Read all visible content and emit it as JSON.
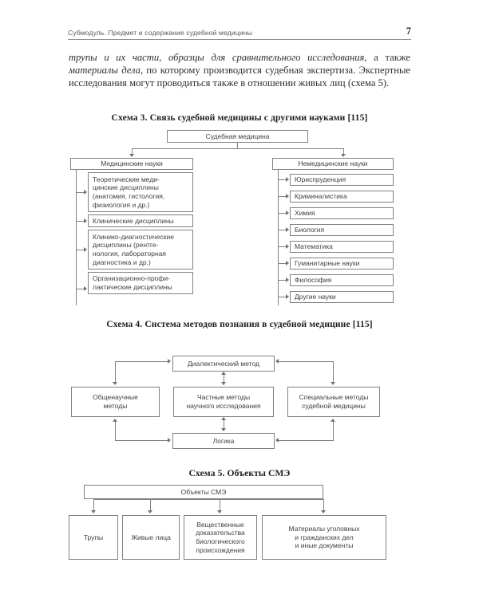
{
  "header": {
    "title": "Субмодуль. Предмет и содержание судебной медицины",
    "page_number": "7"
  },
  "body": {
    "paragraph_html": "<i>трупы и их части, образцы для сравнительного исследования</i>, а также <i>материалы дела</i>, по которому производится судебная экспертиза. Экспертные исследования могут проводиться также в отношении живых лиц (схема 5)."
  },
  "scheme3": {
    "caption": "Схема 3. Связь судебной медицины с другими науками [115]",
    "root": "Судебная медицина",
    "left_branch": {
      "header": "Медицинские науки",
      "items": [
        "Теоретические меди-\nцинские дисциплины\n(анатомия, гистология,\nфизиология и др.)",
        "Клинические дисциплины",
        "Клинико-диагностические\nдисциплины (рентге-\nнология, лабораторная\nдиагностика и др.)",
        "Организационно-профи-\nлактические дисциплины"
      ]
    },
    "right_branch": {
      "header": "Немедицинские науки",
      "items": [
        "Юриспруденция",
        "Криминалистика",
        "Химия",
        "Биология",
        "Математика",
        "Гуманитарные науки",
        "Философия",
        "Другие науки"
      ]
    }
  },
  "scheme4": {
    "caption": "Схема 4. Система методов познания в судебной медицине [115]",
    "top": "Диалектический метод",
    "left": "Общенаучные\nметоды",
    "center": "Частные методы\nнаучного исследования",
    "right": "Специальные методы\nсудебной медицины",
    "bottom": "Логика"
  },
  "scheme5": {
    "caption": "Схема 5. Объекты СМЭ",
    "root": "Объекты СМЭ",
    "items": [
      "Трупы",
      "Живые лица",
      "Вещественные\nдоказательства\nбиологического\nпроисхождения",
      "Материалы уголовных\nи гражданских дел\nи иные документы"
    ]
  },
  "colors": {
    "ink": "#3a3a3a",
    "rule": "#8e8e8e",
    "box_border": "#7d8287",
    "paper": "#ffffff"
  }
}
